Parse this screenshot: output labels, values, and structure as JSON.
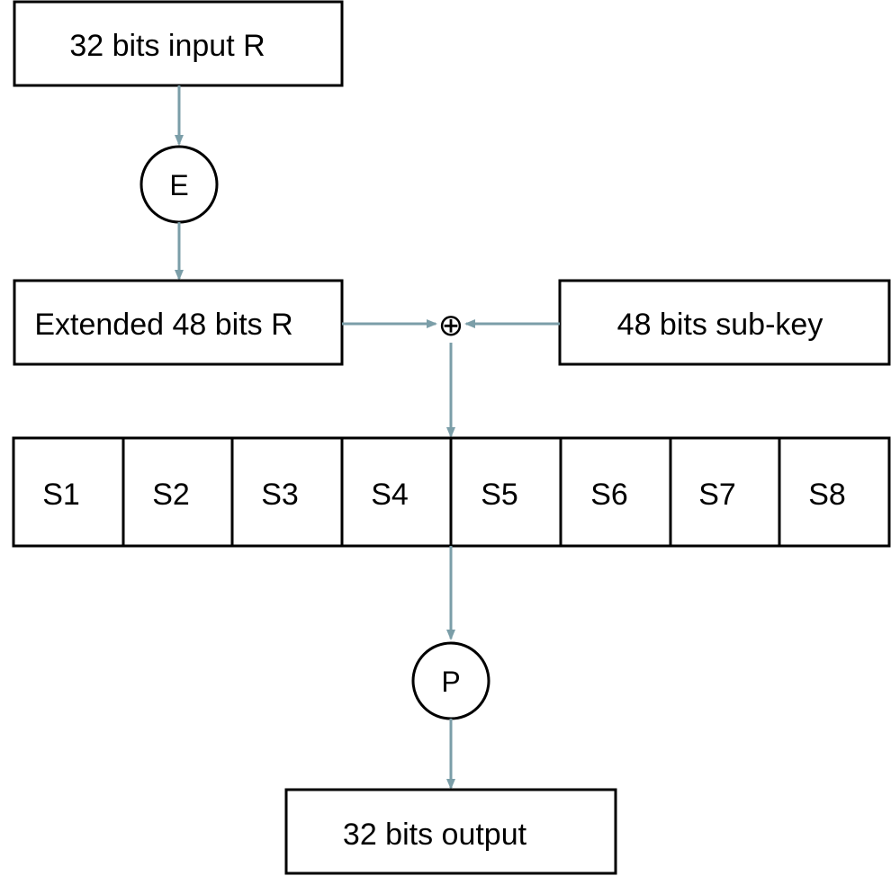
{
  "colors": {
    "arrow": "#7b9ea8",
    "stroke": "#000000",
    "background": "#ffffff"
  },
  "input_box": {
    "label": "32 bits input R"
  },
  "expansion_node": {
    "label": "E"
  },
  "extended_box": {
    "label": "Extended 48 bits R"
  },
  "xor_node": {
    "symbol": "⊕"
  },
  "subkey_box": {
    "label": "48 bits sub-key"
  },
  "sboxes": {
    "labels": [
      "S1",
      "S2",
      "S3",
      "S4",
      "S5",
      "S6",
      "S7",
      "S8"
    ]
  },
  "permutation_node": {
    "label": "P"
  },
  "output_box": {
    "label": "32 bits output"
  }
}
